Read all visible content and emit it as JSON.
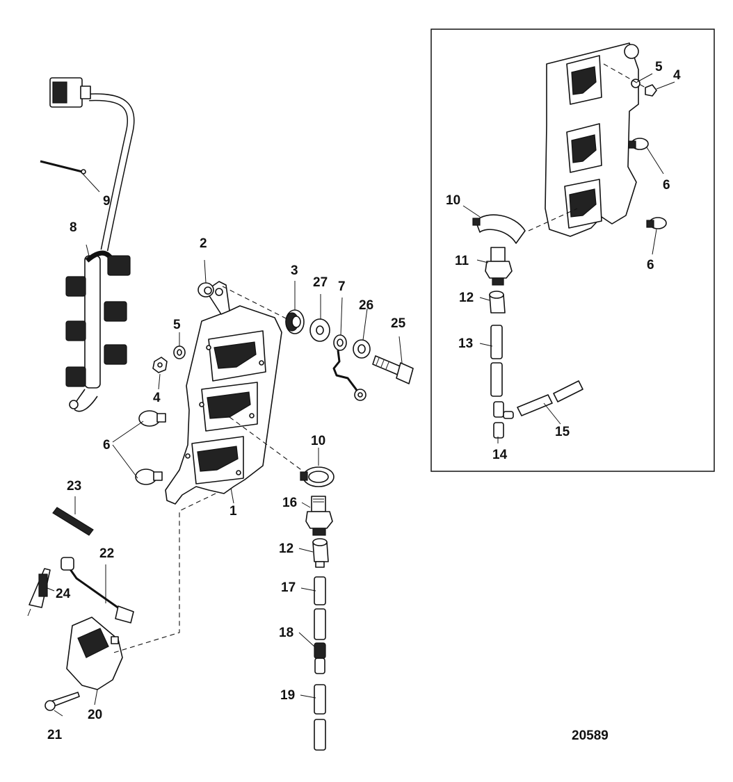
{
  "figure_number": "20589",
  "callouts": {
    "c1": "1",
    "c2": "2",
    "c3": "3",
    "c4": "4",
    "c5": "5",
    "c6": "6",
    "c7": "7",
    "c8": "8",
    "c9": "9",
    "c10": "10",
    "c12": "12",
    "c16": "16",
    "c17": "17",
    "c18": "18",
    "c19": "19",
    "c20": "20",
    "c21": "21",
    "c22": "22",
    "c23": "23",
    "c24": "24",
    "c25": "25",
    "c26": "26",
    "c27": "27",
    "inset": {
      "c4": "4",
      "c5": "5",
      "c6a": "6",
      "c6b": "6",
      "c10": "10",
      "c11": "11",
      "c12": "12",
      "c13": "13",
      "c14": "14",
      "c15": "15"
    }
  }
}
